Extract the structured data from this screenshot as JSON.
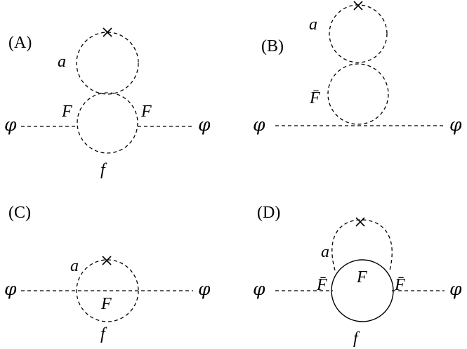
{
  "panels": [
    {
      "label": "(A)",
      "external_left": "φ",
      "external_right": "φ",
      "loop_label_top": "a",
      "vertex_left": "F",
      "vertex_right": "F",
      "loop_label_bottom": "f"
    },
    {
      "label": "(B)",
      "external_left": "φ",
      "external_right": "φ",
      "loop_label_top": "a",
      "loop_label_bottom": "F̄"
    },
    {
      "label": "(C)",
      "external_left": "φ",
      "external_right": "φ",
      "loop_label_top": "a",
      "inner_label": "F",
      "loop_label_bottom": "f"
    },
    {
      "label": "(D)",
      "external_left": "φ",
      "external_right": "φ",
      "loop_label_top": "a",
      "inner_label": "F",
      "vertex_left": "F̄",
      "vertex_right": "F̄",
      "loop_label_bottom": "f"
    }
  ],
  "insertion_marker": "×",
  "line_styles": {
    "scalar": "dashed",
    "fermion": "solid"
  }
}
